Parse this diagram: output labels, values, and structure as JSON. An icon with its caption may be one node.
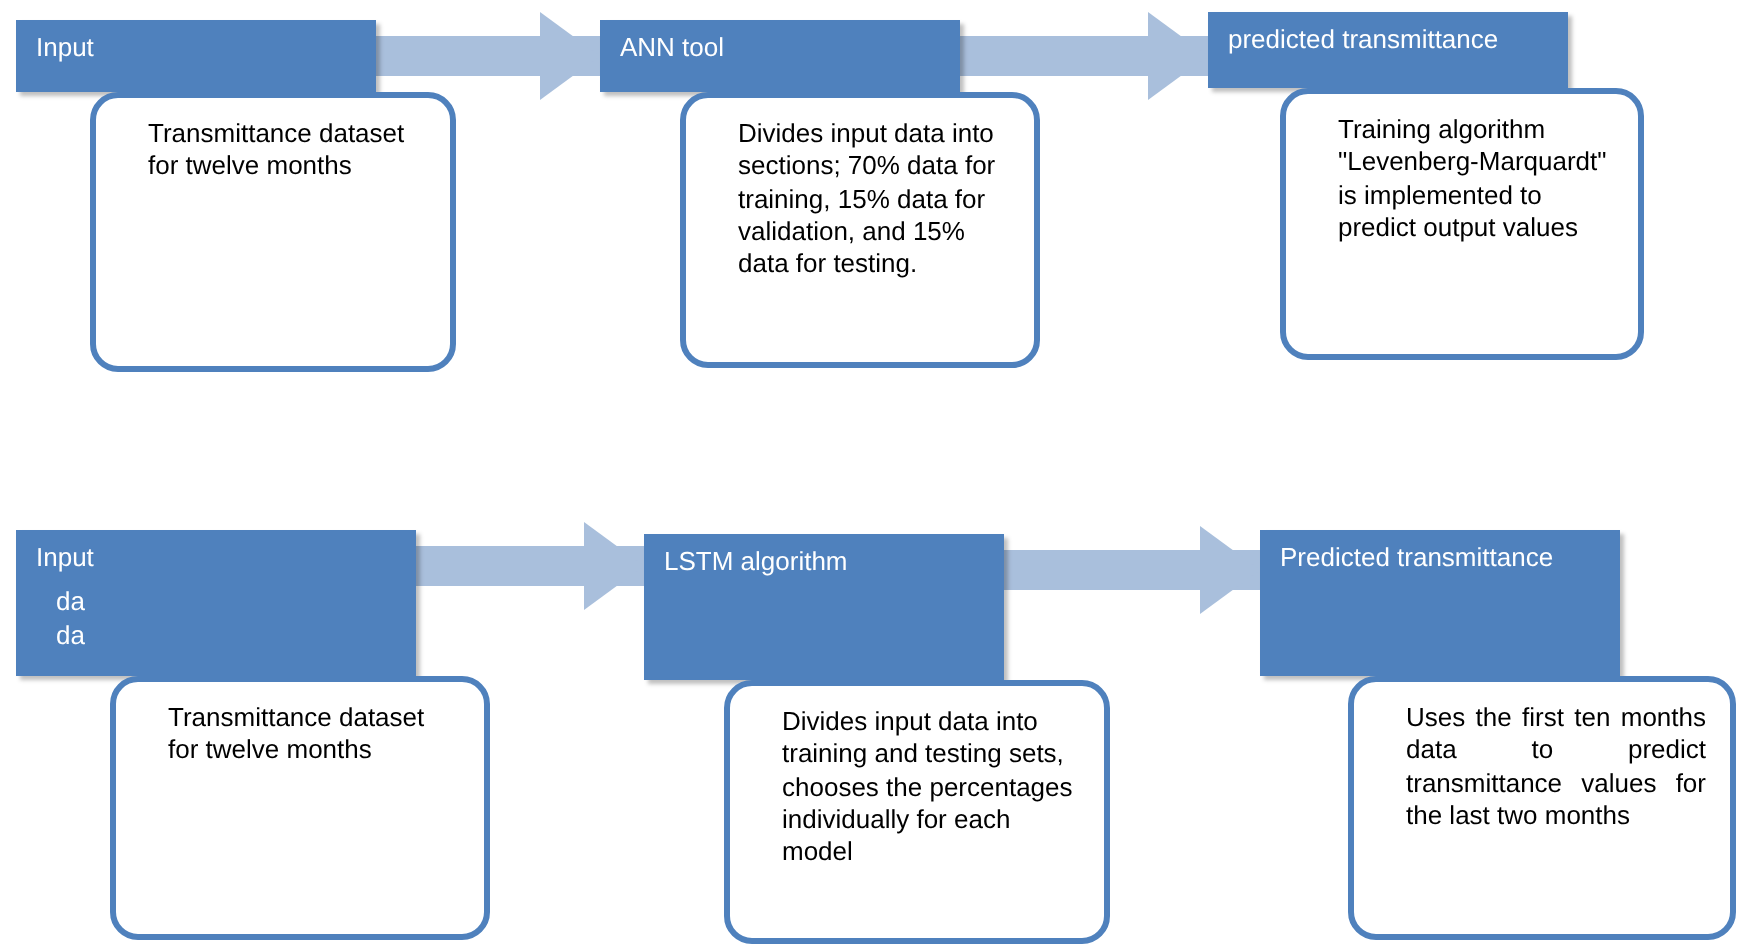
{
  "diagram": {
    "nodes": [
      {
        "text": [
          "Input"
        ]
      },
      {
        "text": [
          "Transmittance dataset for twelve months"
        ]
      },
      {
        "text": [
          "ANN tool"
        ]
      },
      {
        "text": [
          "Divides input data into sections; 70% data for training, 15% data for validation, and 15% data for testing."
        ]
      },
      {
        "text": [
          "predicted transmittance"
        ]
      },
      {
        "text": [
          "Training algorithm \"Levenberg-Marquardt\" is implemented to predict output values"
        ]
      },
      {
        "text": [
          "Input",
          "da",
          "da"
        ]
      },
      {
        "text": [
          "Transmittance dataset for twelve months"
        ]
      },
      {
        "text": [
          "LSTM algorithm"
        ]
      },
      {
        "text": [
          "Divides input data into training and testing sets, chooses the percentages individually for each model"
        ]
      },
      {
        "text": [
          "Predicted transmittance"
        ]
      },
      {
        "text": [
          "Uses the first ten months data to predict transmittance values for the last two months"
        ]
      }
    ],
    "edges": [
      {
        "from": 0,
        "to": 2,
        "arrow": "to"
      },
      {
        "from": 2,
        "to": 4,
        "arrow": "to"
      },
      {
        "from": 6,
        "to": 8,
        "arrow": "to"
      },
      {
        "from": 8,
        "to": 10,
        "arrow": "to"
      }
    ]
  }
}
